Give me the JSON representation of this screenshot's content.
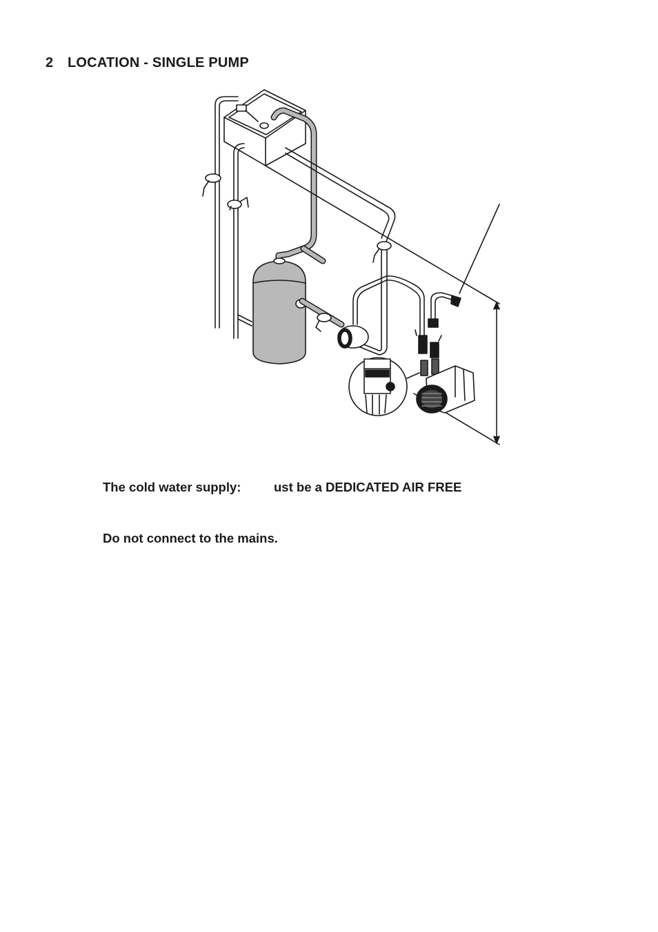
{
  "section": {
    "number": "2",
    "title": "LOCATION - SINGLE PUMP"
  },
  "figure": {
    "icons": [
      "cold-water-tank-icon",
      "hot-water-cylinder-icon",
      "pump-icon",
      "shower-head-icon",
      "isolating-valve-icon",
      "gate-valve-icon",
      "dimension-arrow-icon"
    ]
  },
  "notes": {
    "supply_label": "The cold water supply:",
    "supply_text": "ust be a DEDICATED AIR FREE",
    "mains_warning": "Do not connect to the mains."
  }
}
